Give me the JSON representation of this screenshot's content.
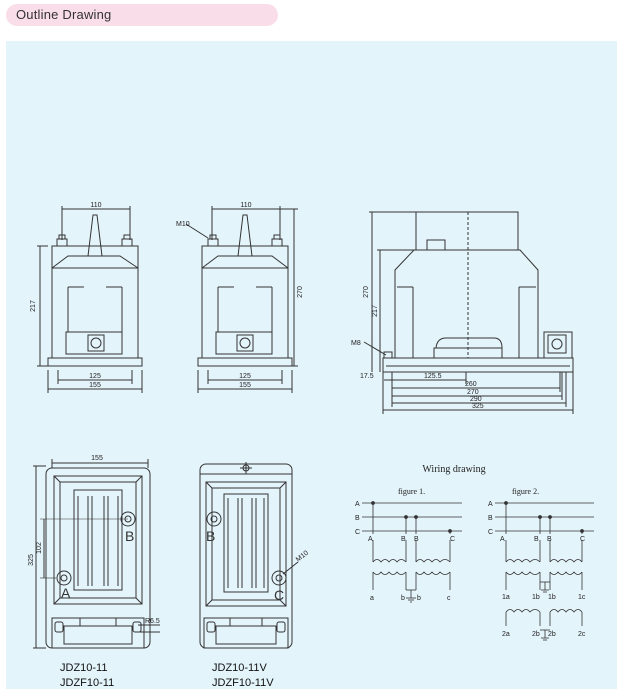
{
  "header": {
    "title": "Outline Drawing"
  },
  "colors": {
    "panel_bg": "#e4f4fb",
    "header_pill": "#f9dde9",
    "line": "#333333"
  },
  "front_view": {
    "dims": {
      "top_width": "110",
      "height": "217",
      "inner_width": "125",
      "outer_width": "155"
    }
  },
  "front_view_v": {
    "dims": {
      "bolt": "M10",
      "top_width": "110",
      "height": "270",
      "inner_width": "125",
      "outer_width": "155"
    }
  },
  "side_view": {
    "dims": {
      "bolt": "M8",
      "h1": "270",
      "h2": "217",
      "d1": "17.5",
      "d2": "125.5",
      "d3": "260",
      "d4": "270",
      "d5": "290",
      "d6": "325"
    }
  },
  "base_view": {
    "dims": {
      "width": "155",
      "spacing": "102",
      "length": "325",
      "hole": "R6.5"
    },
    "terminals": {
      "a": "A",
      "b": "B"
    },
    "model_lines": [
      "JDZ10-11",
      "JDZF10-11"
    ]
  },
  "base_view_v": {
    "dims": {
      "bolt": "M10"
    },
    "terminals": {
      "b": "B",
      "c": "C"
    },
    "model_lines": [
      "JDZ10-11V",
      "JDZF10-11V"
    ]
  },
  "wiring": {
    "title": "Wiring drawing",
    "figure1": {
      "caption": "figure 1.",
      "lines": [
        "A",
        "B",
        "C"
      ],
      "primary": [
        "A",
        "B",
        "B",
        "C"
      ],
      "secondary": [
        "a",
        "b",
        "b",
        "c"
      ]
    },
    "figure2": {
      "caption": "figure 2.",
      "lines": [
        "A",
        "B",
        "C"
      ],
      "primary": [
        "A",
        "B",
        "B",
        "C"
      ],
      "secondary1": [
        "1a",
        "1b",
        "1b",
        "1c"
      ],
      "secondary2": [
        "2a",
        "2b",
        "2b",
        "2c"
      ]
    }
  }
}
